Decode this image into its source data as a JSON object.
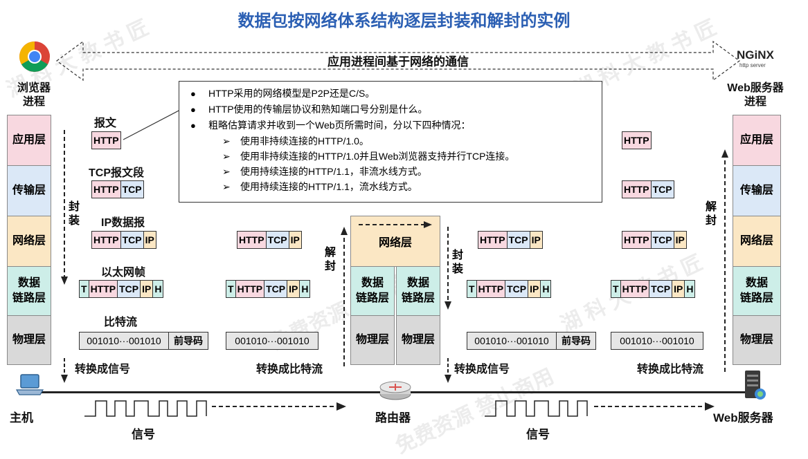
{
  "title": "数据包按网络体系结构逐层封装和解封的实例",
  "top_banner": "应用进程间基于网络的通信",
  "nginx_logo": "NGiNX",
  "nginx_sub": "http server",
  "left_process": [
    "浏览器",
    "进程"
  ],
  "right_process": [
    "Web服务器",
    "进程"
  ],
  "layers": {
    "app": "应用层",
    "transport": "传输层",
    "network": "网络层",
    "link": [
      "数据",
      "链路层"
    ],
    "physical": "物理层"
  },
  "labels": {
    "message": "报文",
    "tcp_segment": "TCP报文段",
    "ip_datagram": "IP数据报",
    "ether_frame": "以太网帧",
    "bitstream": "比特流",
    "encap": [
      "封",
      "装"
    ],
    "decap": [
      "解",
      "封"
    ],
    "to_signal": "转换成信号",
    "to_bits": "转换成比特流",
    "signal": "信号",
    "host": "主机",
    "router": "路由器",
    "web_server": "Web服务器"
  },
  "packet": {
    "http": "HTTP",
    "tcp": "TCP",
    "ip": "IP",
    "t": "T",
    "h": "H",
    "bits": "001010···001010",
    "preamble": "前导码"
  },
  "callout": {
    "bullets": [
      "HTTP采用的网络模型是P2P还是C/S。",
      "HTTP使用的传输层协议和熟知端口号分别是什么。",
      "粗略估算请求并收到一个Web页所需时间，分以下四种情况："
    ],
    "subs": [
      "使用非持续连接的HTTP/1.0。",
      "使用非持续连接的HTTP/1.0并且Web浏览器支持并行TCP连接。",
      "使用持续连接的HTTP/1.1，非流水线方式。",
      "使用持续连接的HTTP/1.1，流水线方式。"
    ]
  },
  "watermark": [
    "湖 科 大 教 书 匠",
    "免费资源 禁止商用"
  ],
  "colors": {
    "title": "#2b5fb3",
    "app": "#f8d8e0",
    "transport": "#dbe8f7",
    "network": "#fbe7c4",
    "link": "#cdeee8",
    "physical": "#d9d9d9"
  }
}
